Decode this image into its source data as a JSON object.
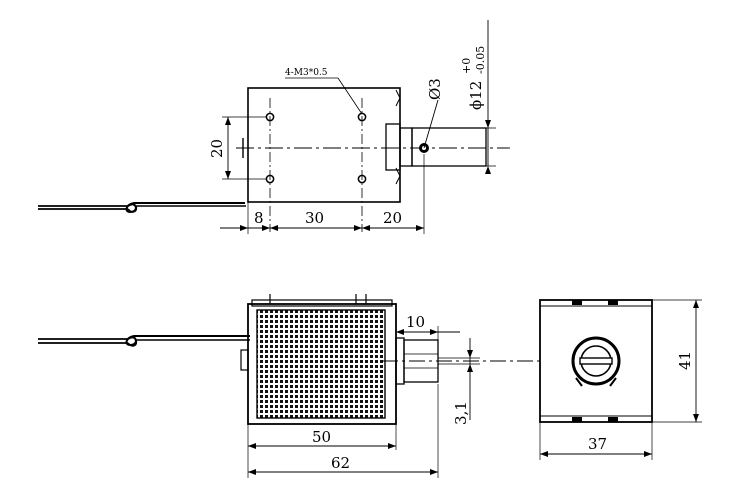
{
  "top_view": {
    "hole_note": "4-M3*0.5",
    "dia_small": "Ø3",
    "dia_large": "ϕ12",
    "tol_upper": "+0",
    "tol_lower": "-0.05",
    "height": "20",
    "dim_left": "8",
    "dim_mid": "30",
    "dim_right": "20"
  },
  "front_view": {
    "stroke_len": "10",
    "pin_dia": "3,1",
    "coil_len": "50",
    "total_len": "62"
  },
  "side_view": {
    "height": "41",
    "width": "37"
  }
}
